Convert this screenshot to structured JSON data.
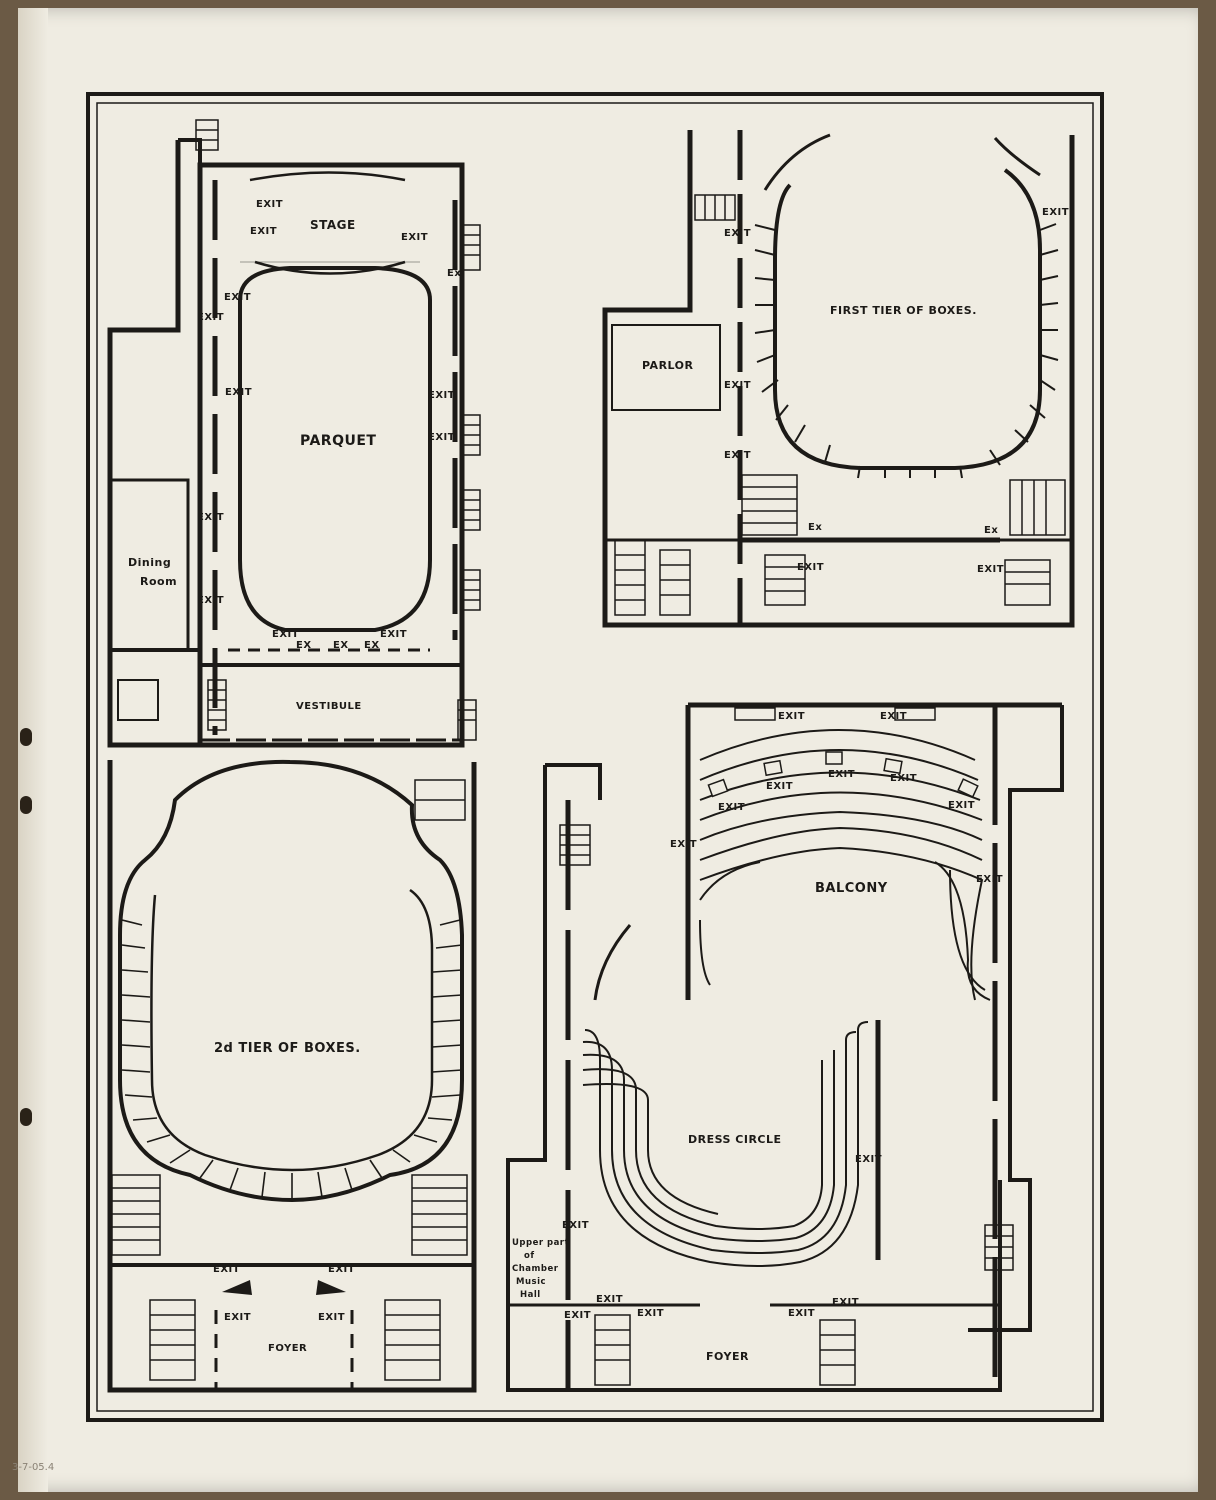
{
  "plans": {
    "parquet": {
      "stage": "STAGE",
      "parquet": "PARQUET",
      "dining": [
        "Dining",
        "Room"
      ],
      "vestibule": "VESTIBULE",
      "exit": "EXIT",
      "ex": "EX",
      "ex_side": "Ex"
    },
    "first_tier": {
      "title": "FIRST TIER OF BOXES.",
      "parlor": "PARLOR",
      "exit": "EXIT",
      "ex": "Ex"
    },
    "second_tier": {
      "title": "2d TIER OF BOXES.",
      "foyer": "FOYER",
      "exit": "EXIT"
    },
    "balcony": {
      "balcony": "BALCONY",
      "dress_circle": "DRESS CIRCLE",
      "foyer": "FOYER",
      "chamber": [
        "Upper part",
        "of",
        "Chamber",
        "Music",
        "Hall"
      ],
      "exit": "EXIT"
    }
  },
  "margin_note": "3-7-05.4"
}
